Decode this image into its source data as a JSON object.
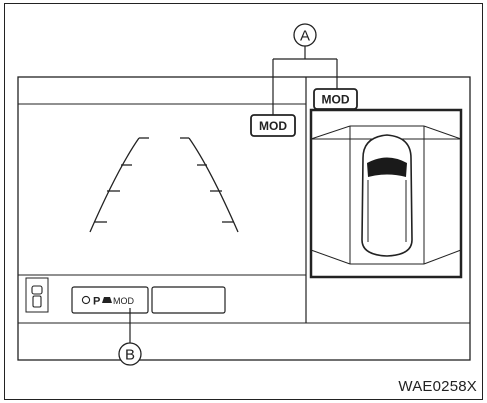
{
  "callouts": {
    "a": "A",
    "b": "B"
  },
  "mod_badges": {
    "top": "MOD",
    "left": "MOD"
  },
  "icons": {
    "camera_switch": "camera-switch-icon",
    "parking_indicator": "parking-assist-icon",
    "vehicle": "vehicle-top-view-icon"
  },
  "status_bar": {
    "mod_text": "MOD"
  },
  "figure_code": "WAE0258X"
}
